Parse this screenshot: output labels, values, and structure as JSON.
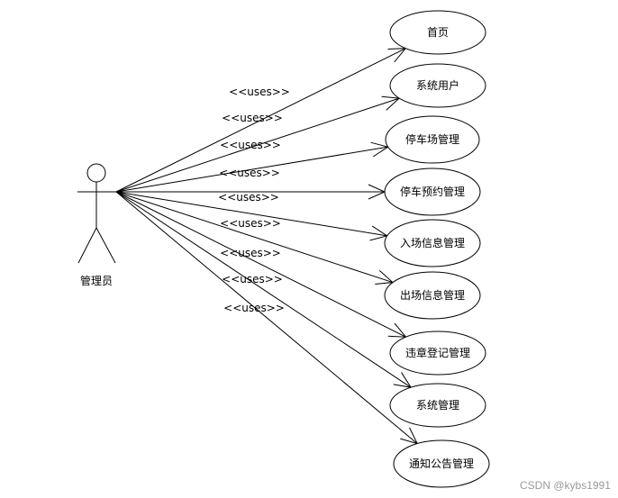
{
  "actor": {
    "label": "管理员"
  },
  "relation_label": "<<uses>>",
  "use_cases": [
    {
      "label": "首页"
    },
    {
      "label": "系统用户"
    },
    {
      "label": "停车场管理"
    },
    {
      "label": "停车预约管理"
    },
    {
      "label": "入场信息管理"
    },
    {
      "label": "出场信息管理"
    },
    {
      "label": "违章登记管理"
    },
    {
      "label": "系统管理"
    },
    {
      "label": "通知公告管理"
    }
  ],
  "watermark": "CSDN @kybs1991"
}
